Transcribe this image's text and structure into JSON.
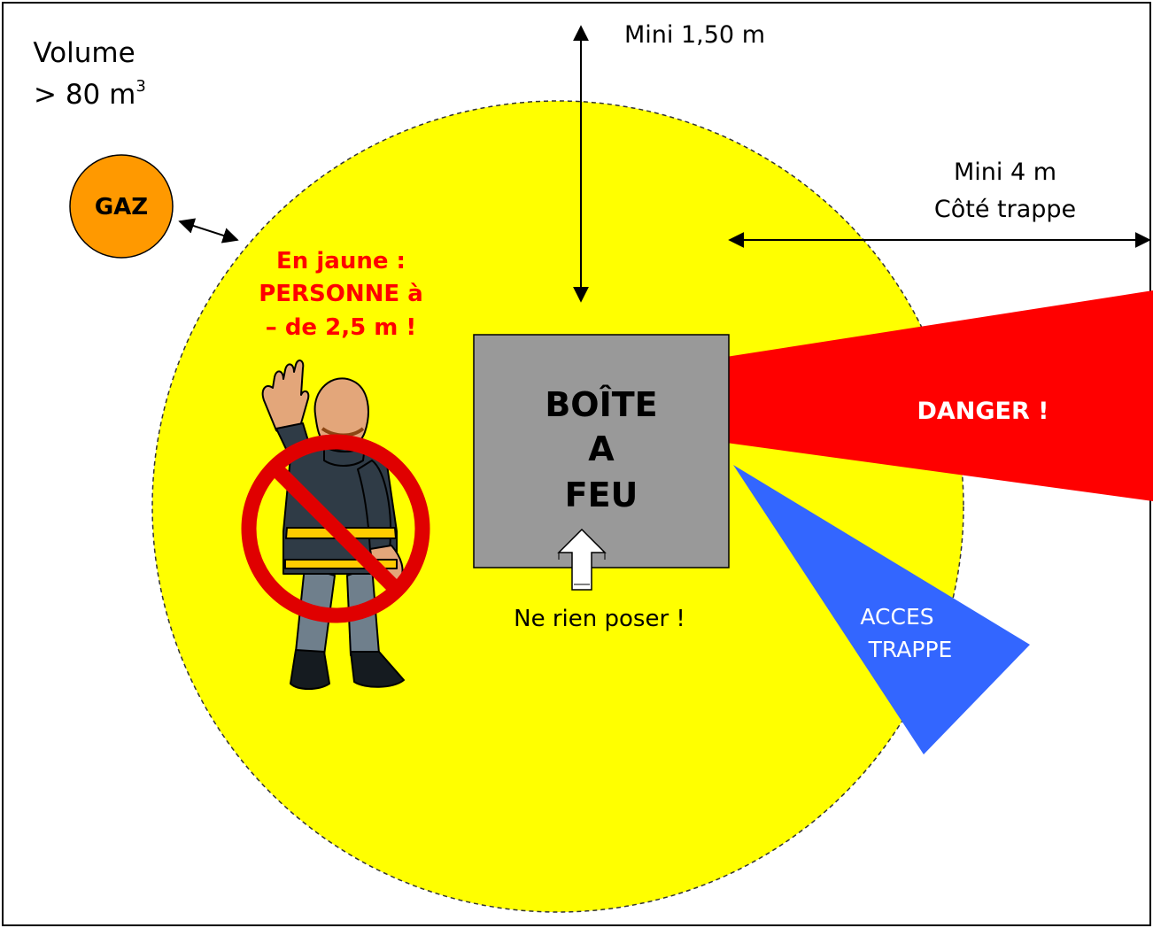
{
  "volume": {
    "line1": "Volume",
    "prefix": "> 80 m",
    "exponent": "3"
  },
  "height_clearance": "Mini 1,50 m",
  "side_clearance": {
    "line1": "Mini 4 m",
    "line2": "Côté trappe"
  },
  "gas": "GAZ",
  "warning": {
    "line1": "En jaune :",
    "line2": "PERSONNE à",
    "line3": "– de 2,5 m !"
  },
  "box": {
    "line1": "BOÎTE",
    "line2": "A",
    "line3": "FEU"
  },
  "danger": "DANGER !",
  "hatch": {
    "line1": "ACCES",
    "line2": "TRAPPE"
  },
  "do_not_place": "Ne rien poser !",
  "colors": {
    "zone": "#ffff00",
    "box": "#999999",
    "danger": "#ff0000",
    "hatch": "#3366ff",
    "gas": "#ff9900",
    "warning_text": "#ff0000",
    "prohibition": "#e00000"
  },
  "icons": [
    "firefighter-figure",
    "prohibition-sign",
    "double-arrow",
    "up-arrow"
  ]
}
